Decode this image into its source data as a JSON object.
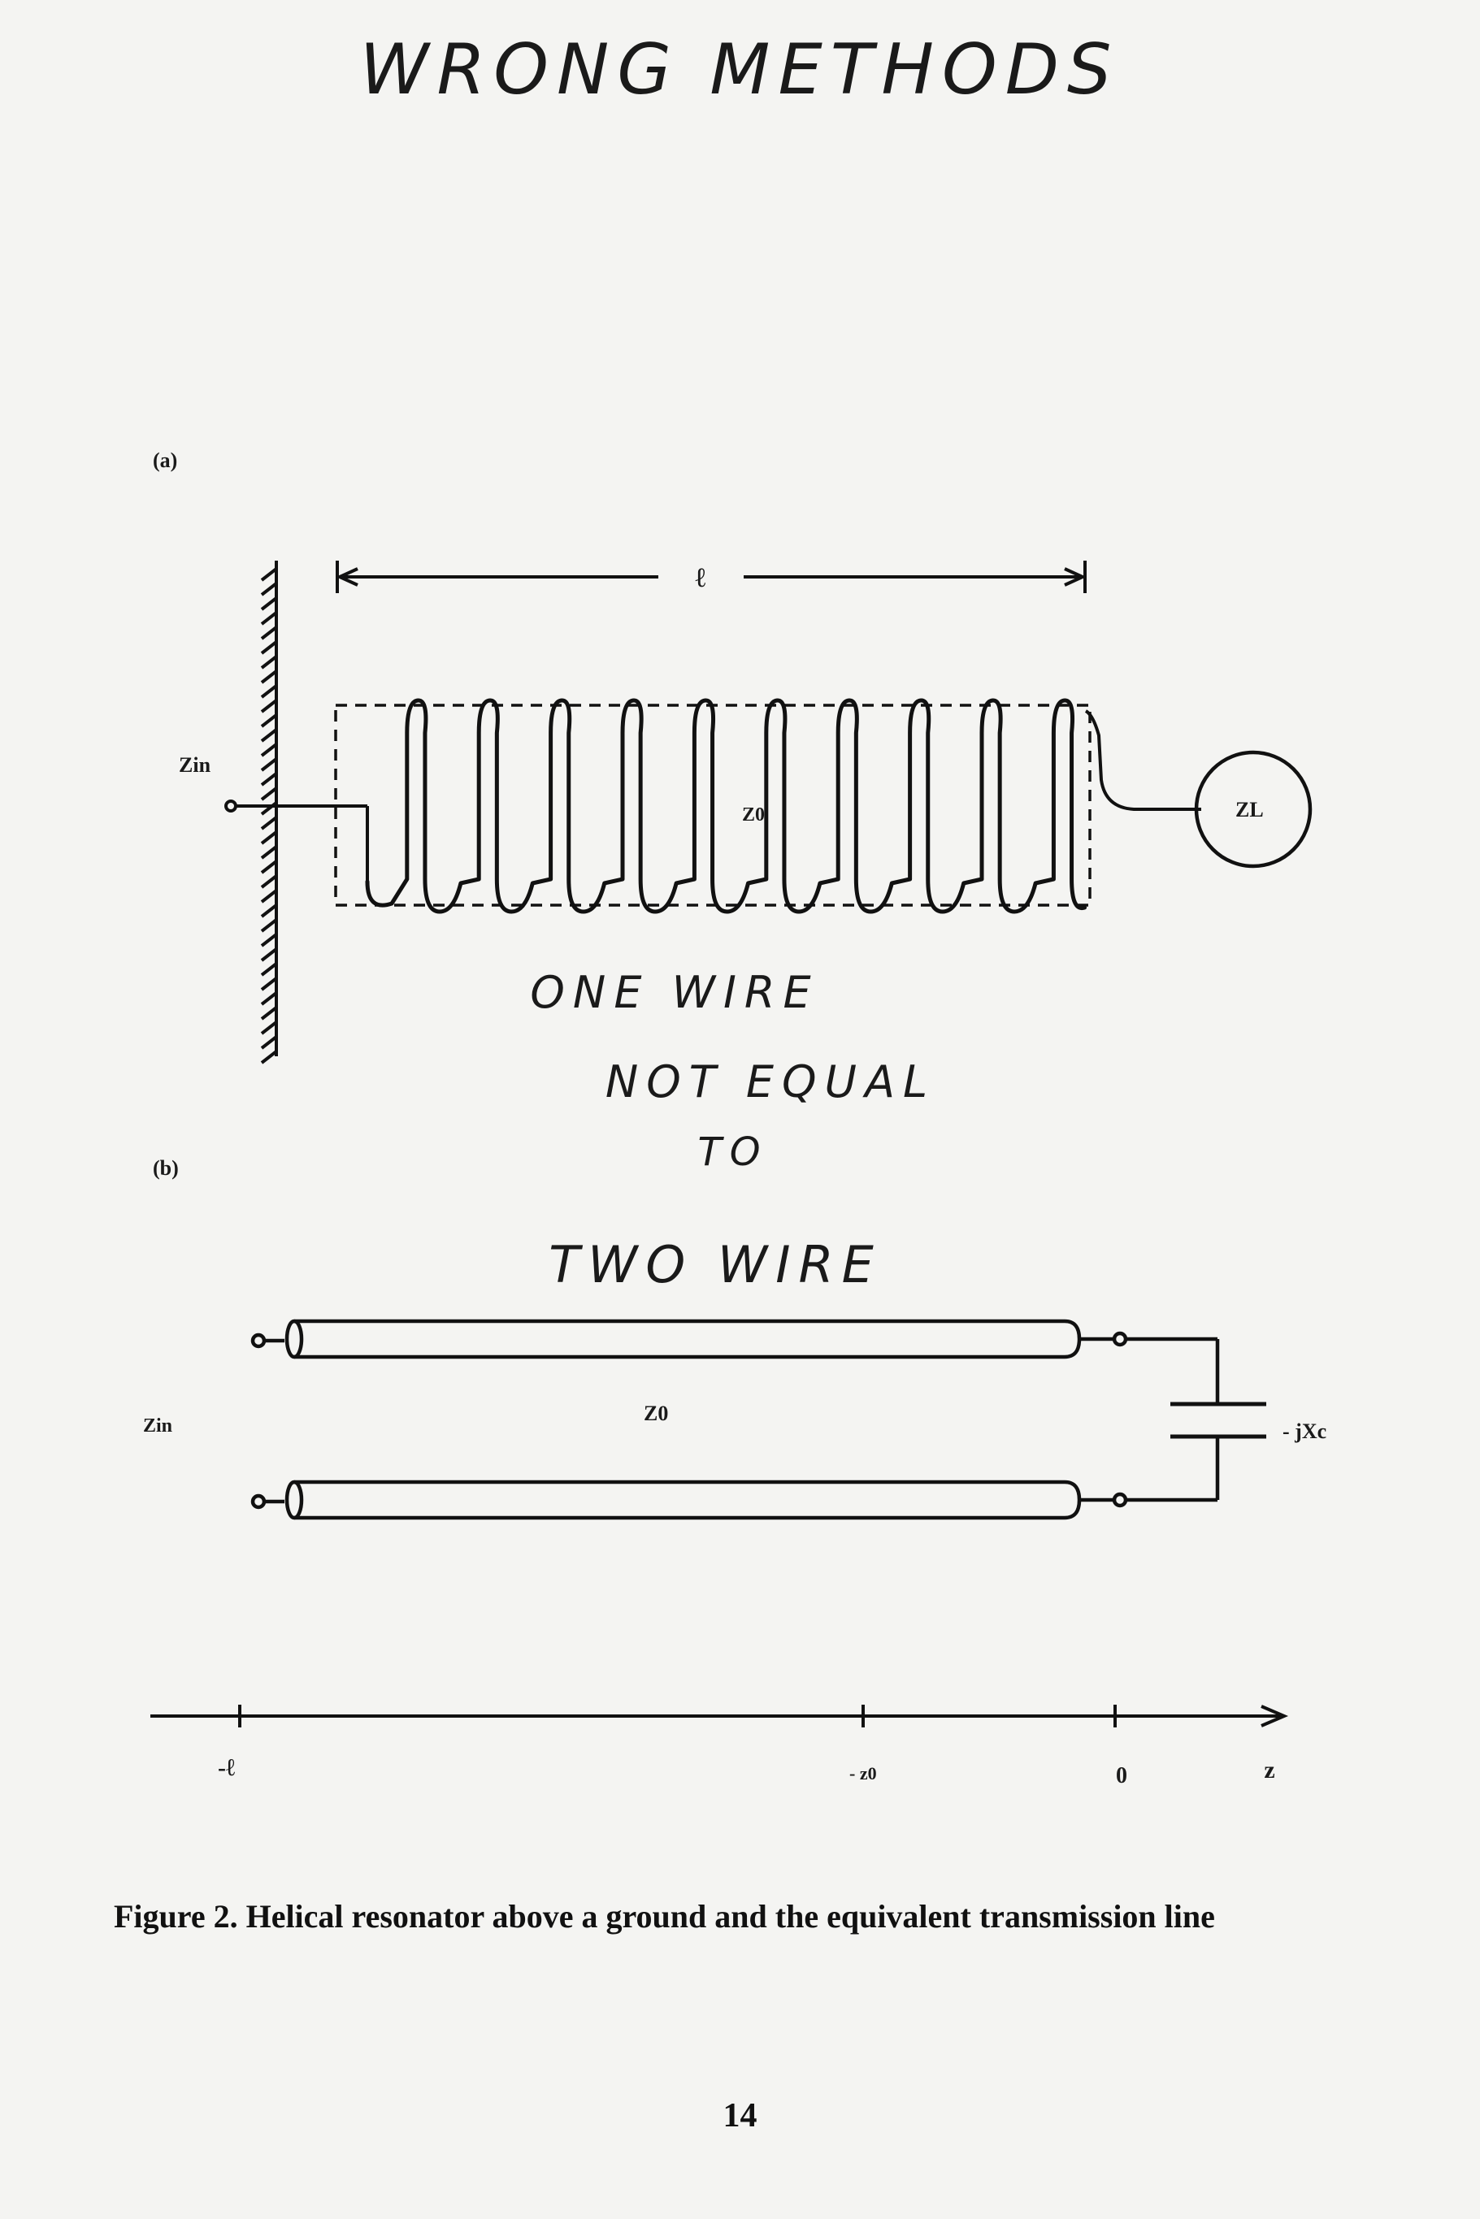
{
  "title": "WRONG METHODS",
  "panel_a": {
    "label": "(a)",
    "length_label": "ℓ",
    "zin_label": "Zin",
    "z0_label": "Z0",
    "zl_label": "ZL",
    "turns": 10
  },
  "annotation": {
    "line1": "ONE WIRE",
    "line2": "NOT EQUAL",
    "line3": "TO",
    "line4": "TWO WIRE"
  },
  "panel_b": {
    "label": "(b)",
    "zin_label": "Zin",
    "z0_label": "Z0",
    "xc_label": "- jXc"
  },
  "axis": {
    "tick_neg_l": "-ℓ",
    "tick_neg_z0": "- z0",
    "tick_zero": "0",
    "axis_label": "z"
  },
  "caption": "Figure 2.  Helical resonator above a ground and the equivalent transmission line",
  "page_number": "14"
}
